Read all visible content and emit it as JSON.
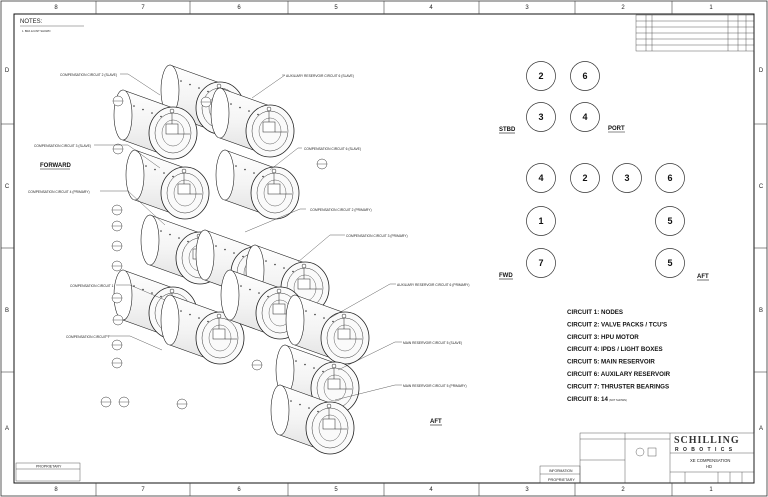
{
  "zones": {
    "columns": [
      "8",
      "7",
      "6",
      "5",
      "4",
      "3",
      "2",
      "1"
    ],
    "rows": [
      "D",
      "C",
      "B",
      "A"
    ]
  },
  "notes": {
    "title": "NOTES:",
    "items": [
      "1.   BRA 12-NST SHOWN"
    ]
  },
  "callouts": {
    "c2_slave": "COMPENSATION CIRCUIT 2 (SLAVE)",
    "aux6_slave": "AUXILIARY RESERVOIR CIRCUIT 6 (SLAVE)",
    "c3_slave": "COMPENSATION CIRCUIT 3 (SLAVE)",
    "c6_slave": "COMPENSATION CIRCUIT 6 (SLAVE)",
    "c4_primary": "COMPENSATION CIRCUIT 4 (PRIMARY)",
    "c2_primary": "COMPENSATION CIRCUIT 2 (PRIMARY)",
    "c3_primary": "COMPENSATION CIRCUIT 3 (PRIMARY)",
    "c1": "COMPENSATION CIRCUIT 1",
    "aux6_primary": "AUXILIARY RESERVOIR CIRCUIT 6 (PRIMARY)",
    "c7": "COMPENSATION CIRCUIT 7",
    "main5_slave": "MAIN RESERVOIR CIRCUIT 5 (SLAVE)",
    "main5_primary": "MAIN RESERVOIR CIRCUIT 5 (PRIMARY)"
  },
  "directions": {
    "forward": "FORWARD",
    "aft_left": "AFT",
    "stbd": "STBD",
    "port": "PORT",
    "fwd": "FWD",
    "aft_right": "AFT"
  },
  "nodes": [
    "2",
    "6",
    "3",
    "4",
    "4",
    "2",
    "3",
    "6",
    "1",
    "5",
    "7",
    "5"
  ],
  "legend": [
    "CIRCUIT 1: NODES",
    "CIRCUIT 2: VALVE PACKS / TCU'S",
    "CIRCUIT 3: HPU MOTOR",
    "CIRCUIT 4: IPDS / LIGHT BOXES",
    "CIRCUIT 5: MAIN RESERVOIR",
    "CIRCUIT 6: AUXILARY RESERVOIR",
    "CIRCUIT 7: THRUSTER BEARINGS"
  ],
  "legend_last": {
    "label": "CIRCUIT 8: 14",
    "note": "(NOT SHOWN)"
  },
  "title_block": {
    "logo_line1": "SCHILLING",
    "logo_line2": "R O B O T I C S",
    "title_line1": "XE COMPENSATION",
    "title_line2": "HD",
    "proprietary_left": "PROPRIETARY",
    "proprietary_right": "PROPRIETARY",
    "information": "INFORMATION"
  }
}
